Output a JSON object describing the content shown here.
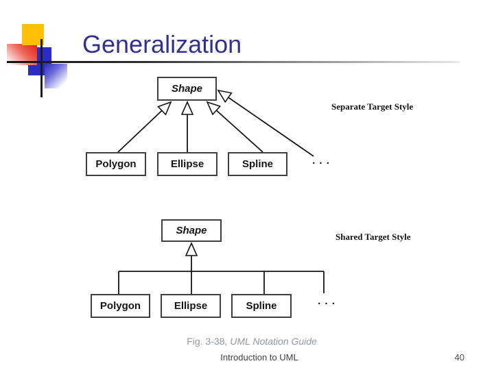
{
  "title": "Generalization",
  "diagrams": {
    "top": {
      "style_label": "Separate Target Style",
      "parent_label": "Shape",
      "children": [
        "Polygon",
        "Ellipse",
        "Spline"
      ],
      "ellipsis": ". . ."
    },
    "bottom": {
      "style_label": "Shared Target Style",
      "parent_label": "Shape",
      "children": [
        "Polygon",
        "Ellipse",
        "Spline"
      ],
      "ellipsis": ". . ."
    }
  },
  "caption": {
    "prefix": "Fig. 3-38, ",
    "italic": "UML Notation Guide"
  },
  "footer": {
    "text": "Introduction to UML",
    "page_number": "40"
  },
  "colors": {
    "title": "#32328E",
    "accent_yellow": "#FFC007",
    "accent_blue": "#2C2CC4",
    "accent_red": "#E3241C",
    "line": "#141414"
  }
}
